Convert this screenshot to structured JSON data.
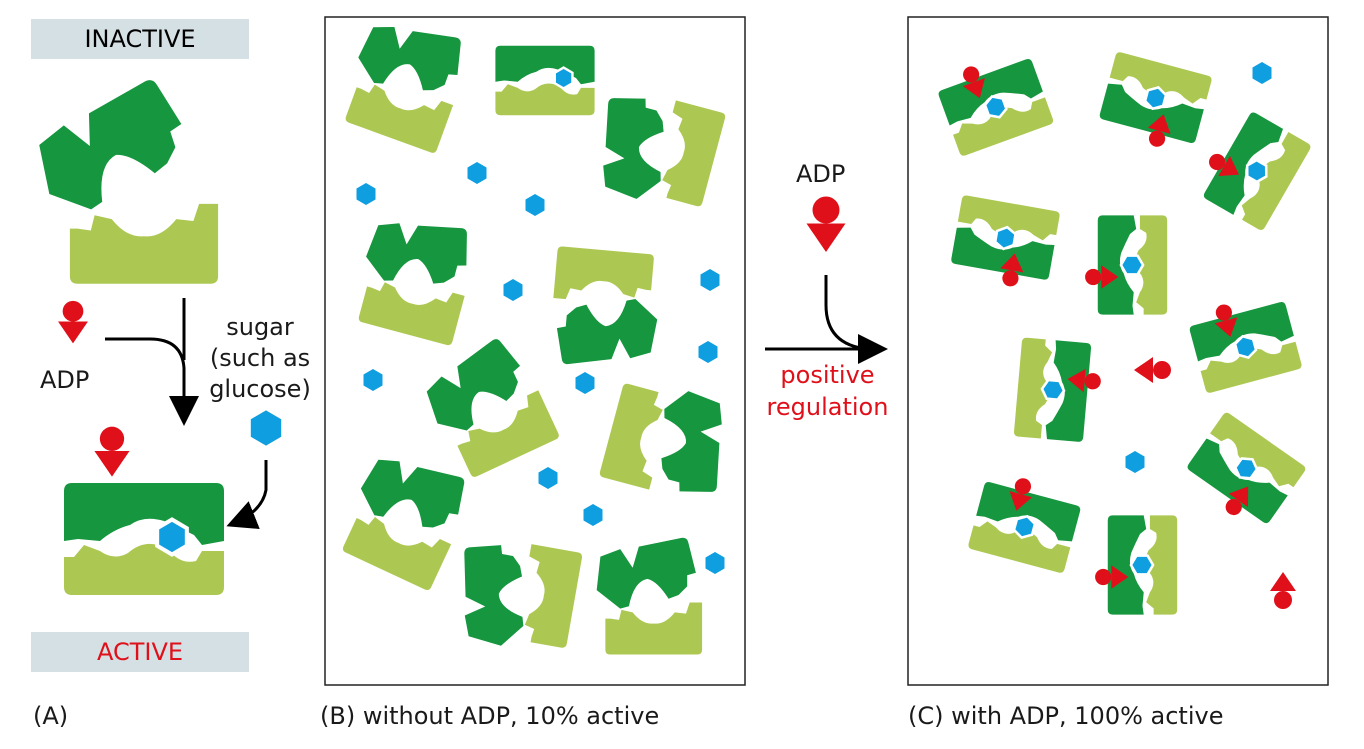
{
  "panel_a": {
    "inactive_label": "INACTIVE",
    "active_label": "ACTIVE",
    "adp_label": "ADP",
    "sugar_label": [
      "sugar",
      "(such as",
      "glucose)"
    ],
    "caption": "(A)"
  },
  "panel_b": {
    "caption": "(B)  without ADP, 10% active"
  },
  "middle": {
    "adp_label": "ADP",
    "regulation_label": [
      "positive",
      "regulation"
    ]
  },
  "panel_c": {
    "caption": "(C)  with ADP, 100% active"
  },
  "colors": {
    "dark_green": "#16963f",
    "light_green": "#adc852",
    "glucose_blue": "#0f9ee0",
    "adp_red": "#e0101a",
    "banner": "#d5e0e5"
  }
}
